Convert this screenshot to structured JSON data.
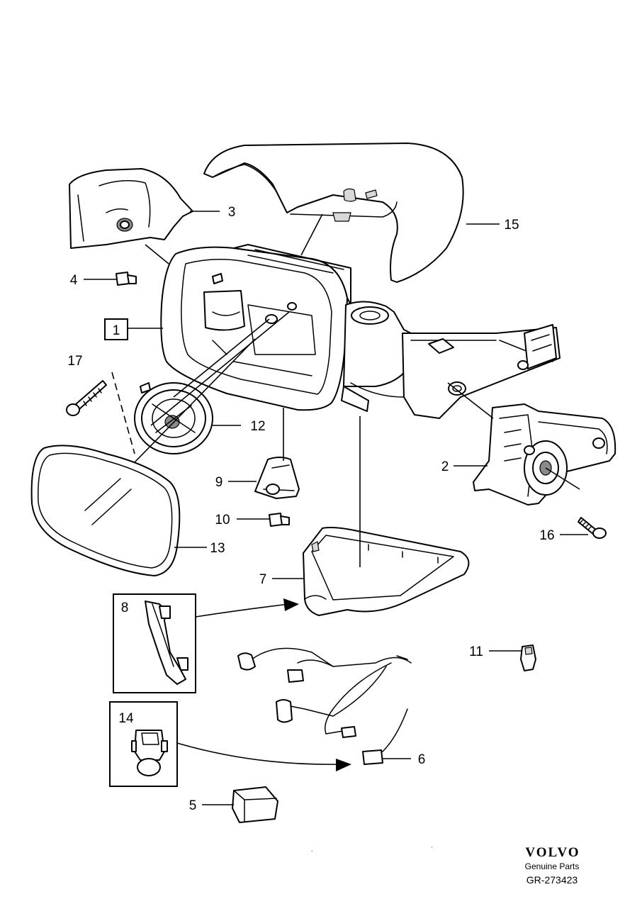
{
  "callouts": {
    "c1": "1",
    "c2": "2",
    "c3": "3",
    "c4": "4",
    "c5": "5",
    "c6": "6",
    "c7": "7",
    "c8": "8",
    "c9": "9",
    "c10": "10",
    "c11": "11",
    "c12": "12",
    "c13": "13",
    "c14": "14",
    "c15": "15",
    "c16": "16",
    "c17": "17"
  },
  "footer": {
    "brand": "VOLVO",
    "subtitle": "Genuine Parts",
    "reference": "GR-273423"
  }
}
